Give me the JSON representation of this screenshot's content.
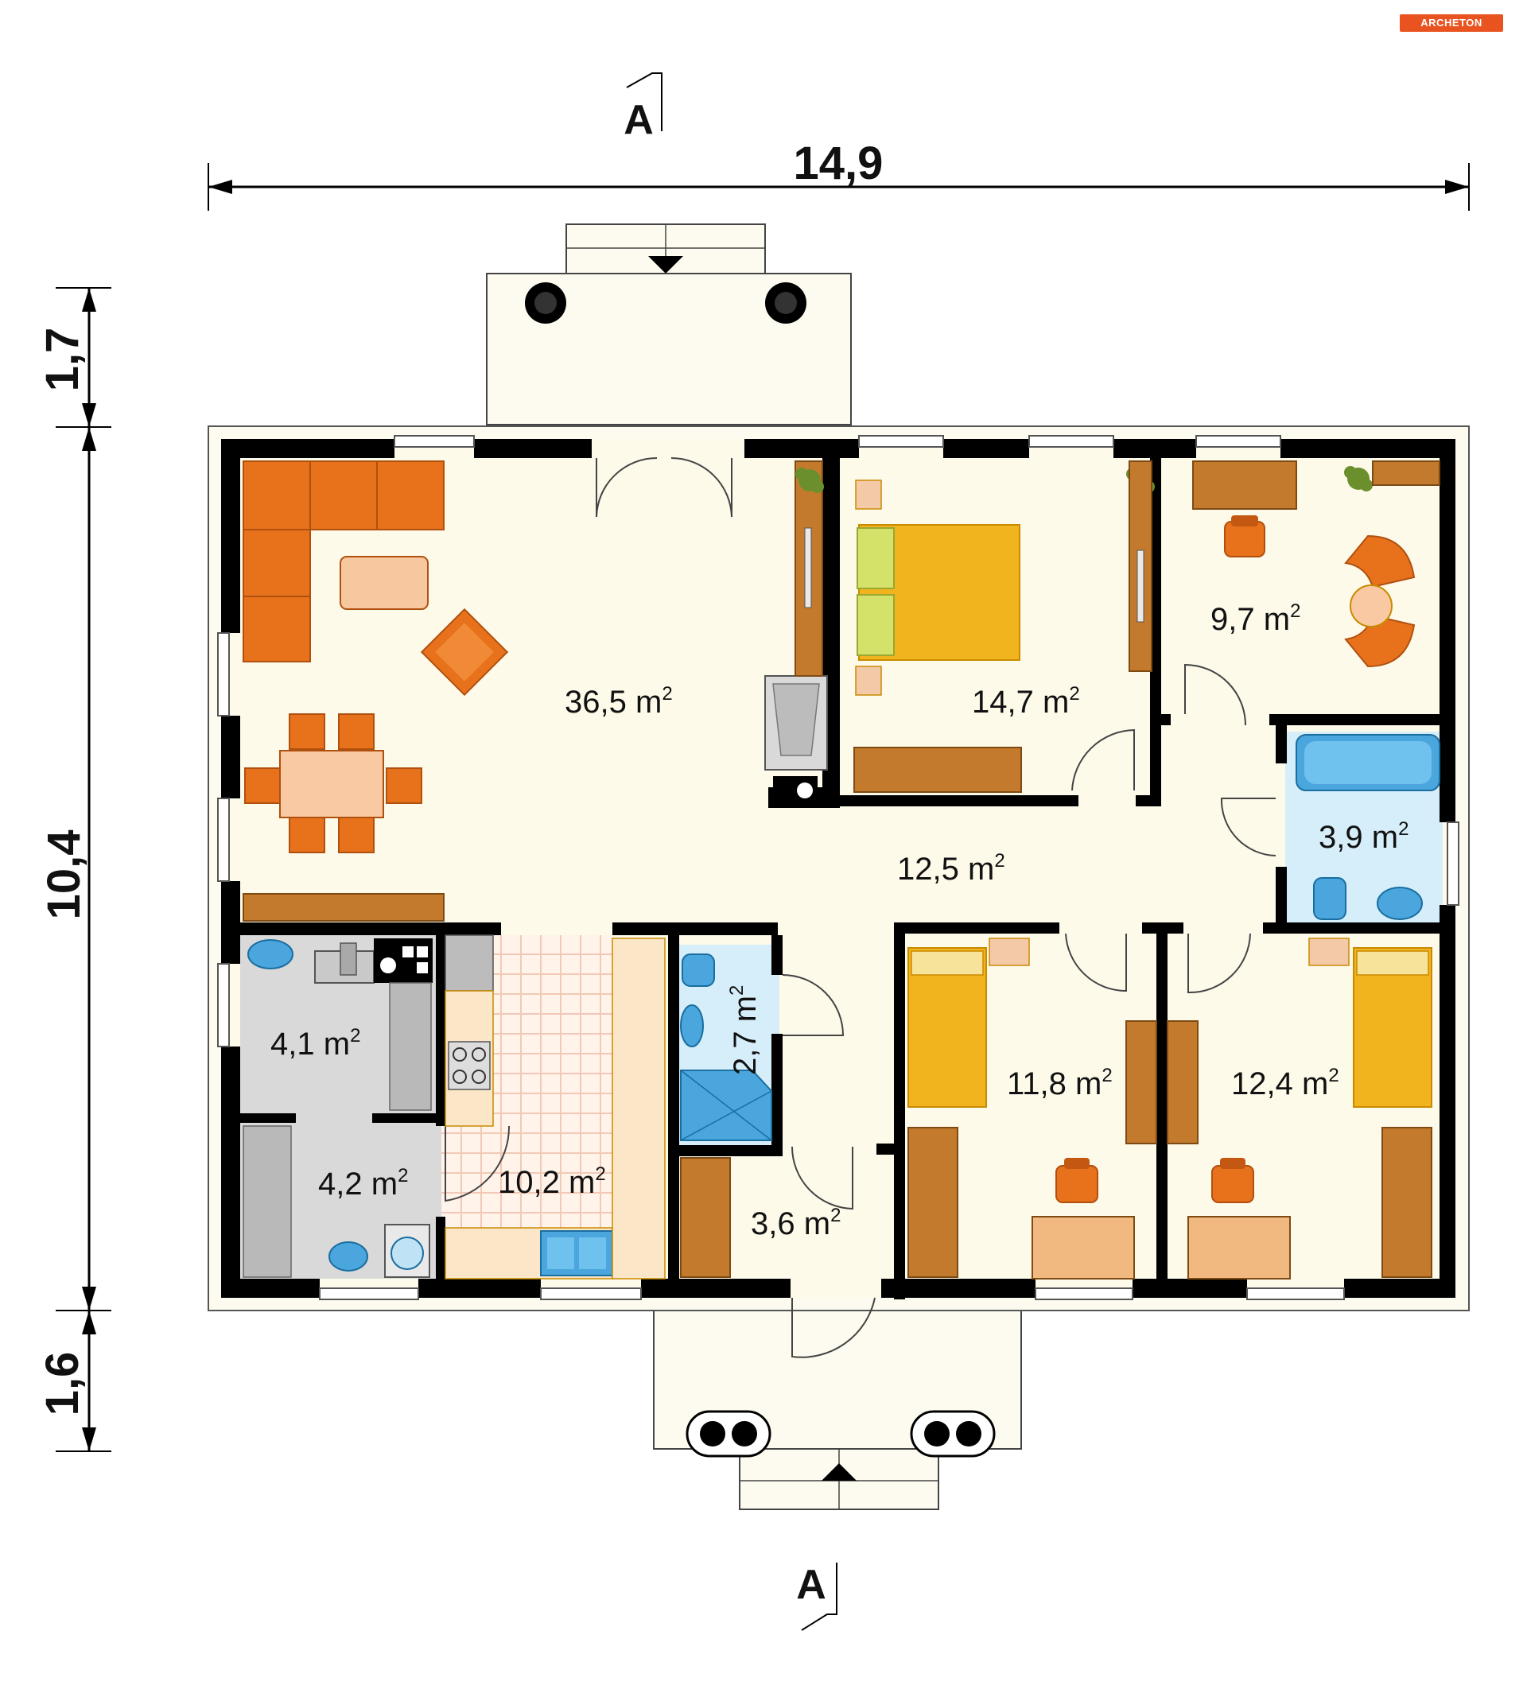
{
  "brand": {
    "logo_text": "ARCHETON",
    "color": "#e8531f"
  },
  "colors": {
    "wall": "#000000",
    "floor": "#fdfaea",
    "outer": "#fdfbf0",
    "sofa": "#e8721c",
    "wood": "#c47a2c",
    "bed": "#f2b41e",
    "tile": "#d6eefa",
    "kitchen_tile": "#f2c9b7",
    "gray_floor": "#d9d9d9"
  },
  "dimensions": {
    "width": "14,9",
    "height_main": "10,4",
    "height_top": "1,7",
    "height_bottom": "1,6"
  },
  "section_marker": {
    "top": "A",
    "bottom": "A"
  },
  "rooms": [
    {
      "id": "living",
      "area": "36,5"
    },
    {
      "id": "bedroom-master",
      "area": "14,7"
    },
    {
      "id": "study",
      "area": "9,7"
    },
    {
      "id": "hall",
      "area": "12,5"
    },
    {
      "id": "bathroom-main",
      "area": "3,9"
    },
    {
      "id": "laundry",
      "area": "4,1"
    },
    {
      "id": "pantry",
      "area": "4,2"
    },
    {
      "id": "kitchen",
      "area": "10,2"
    },
    {
      "id": "wc",
      "area": "2,7"
    },
    {
      "id": "vestibule",
      "area": "3,6"
    },
    {
      "id": "bedroom-2",
      "area": "11,8"
    },
    {
      "id": "bedroom-3",
      "area": "12,4"
    }
  ],
  "unit": "m",
  "unit_exp": "2"
}
